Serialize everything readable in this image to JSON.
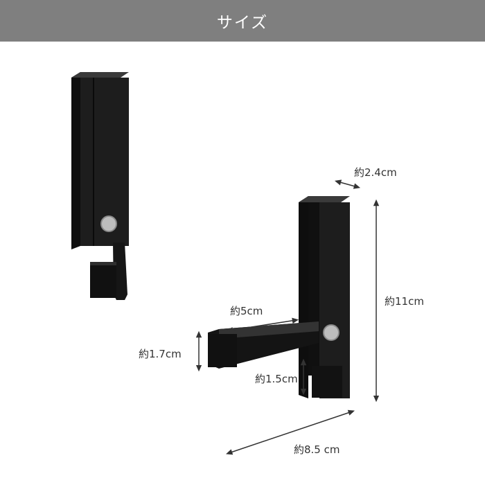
{
  "header": {
    "title": "サイズ",
    "background": "#7f7f7f",
    "text_color": "#ffffff"
  },
  "product_color": "#1c1c1c",
  "dimensions": {
    "depth": "約2.4cm",
    "height": "約11cm",
    "arm_length": "約5cm",
    "hook_height": "約1.7cm",
    "lip_height": "約1.5cm",
    "width": "約8.5 cm"
  }
}
